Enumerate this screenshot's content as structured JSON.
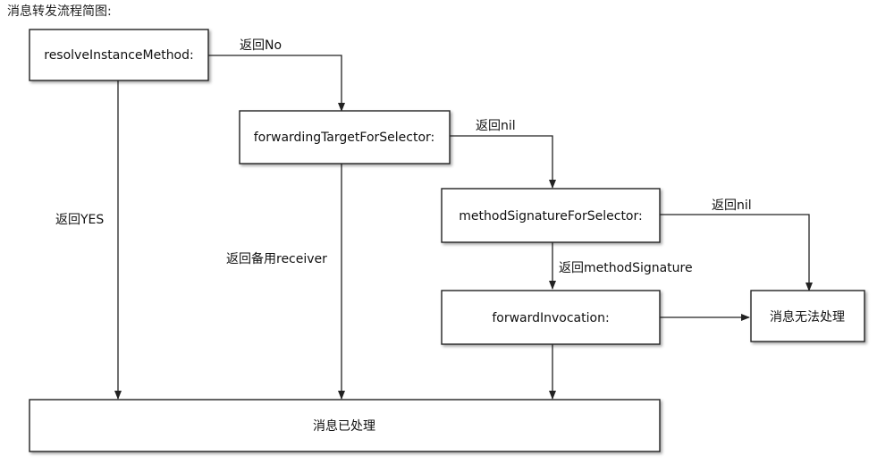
{
  "title": "消息转发流程简图:",
  "nodes": {
    "resolve": "resolveInstanceMethod:",
    "forwarding_target": "forwardingTargetForSelector:",
    "method_signature": "methodSignatureForSelector:",
    "forward_invocation": "forwardInvocation:",
    "cannot_handle": "消息无法处理",
    "handled": "消息已处理"
  },
  "edges": {
    "return_no": "返回No",
    "return_nil_1": "返回nil",
    "return_nil_2": "返回nil",
    "return_yes": "返回YES",
    "return_backup_receiver": "返回备用receiver",
    "return_method_signature": "返回methodSignature"
  }
}
